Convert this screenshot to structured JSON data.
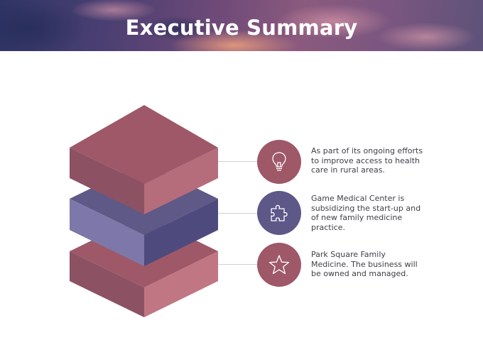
{
  "title": "Executive Summary",
  "items": [
    {
      "icon": "lightbulb-icon",
      "text": "As part of its ongoing efforts to improve access to health care in rural areas."
    },
    {
      "icon": "puzzle-piece-icon",
      "text": "Game Medical Center is subsidizing the start-up and of new family medicine practice."
    },
    {
      "icon": "star-icon",
      "text": "Park Square Family Medicine. The business will be owned and managed."
    }
  ],
  "colors": {
    "rose": "#9e5867",
    "violet": "#5d5888",
    "connector": "#cfcfd6",
    "text": "#3f3f46"
  }
}
